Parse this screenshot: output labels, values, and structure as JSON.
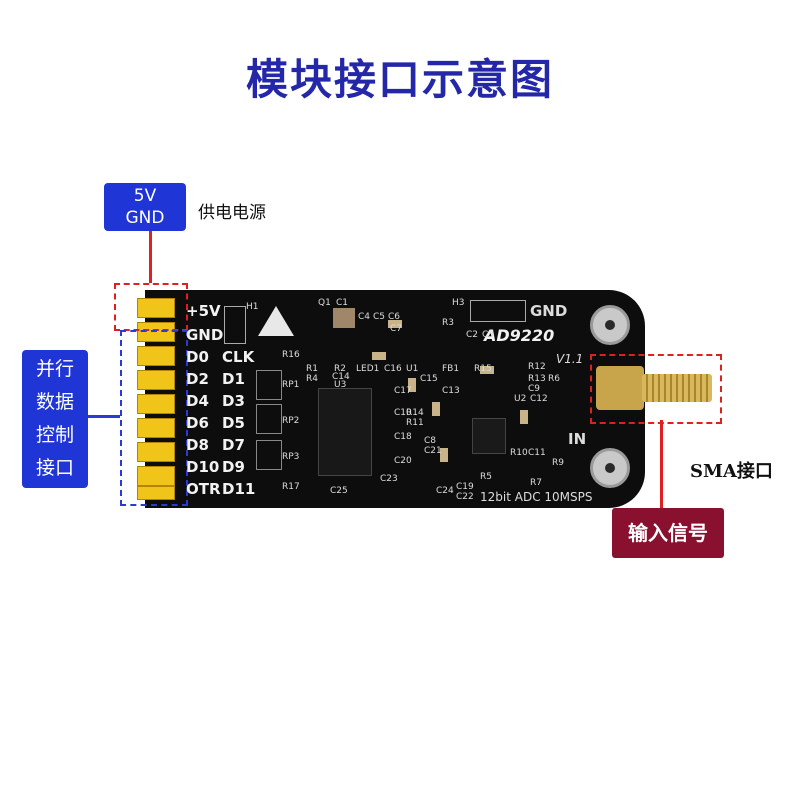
{
  "title": "模块接口示意图",
  "power_box": {
    "line1": "5V",
    "line2": "GND"
  },
  "power_label": "供电电源",
  "parallel_box": {
    "line1": "并行",
    "line2": "数据",
    "line3": "控制",
    "line4": "接口"
  },
  "sma_label": "SMA接口",
  "input_label": "输入信号",
  "pcb": {
    "chip_name": "AD9220",
    "version": "V1.1",
    "spec": "12bit ADC 10MSPS",
    "in_label": "IN",
    "gnd_label": "GND",
    "left_pins": [
      "+5V",
      "GND",
      "D0",
      "D2",
      "D4",
      "D6",
      "D8",
      "D10",
      "OTR"
    ],
    "right_pins": [
      "CLK",
      "D1",
      "D3",
      "D5",
      "D7",
      "D9",
      "D11"
    ],
    "silk": {
      "h1": "H1",
      "h3": "H3",
      "q1": "Q1",
      "c1": "C1",
      "r1": "R1",
      "r2": "R2",
      "r4": "R4",
      "c14": "C14",
      "u3": "U3",
      "led1": "LED1",
      "c16": "C16",
      "u1": "U1",
      "c4": "C4",
      "c5": "C5",
      "c6": "C6",
      "c7": "C7",
      "r3": "R3",
      "c2": "C2",
      "c3": "C3",
      "r12": "R12",
      "r13": "R13",
      "r15": "R15",
      "r16": "R16",
      "r17": "R17",
      "rp1": "RP1",
      "rp2": "RP2",
      "rp3": "RP3",
      "fb1": "FB1",
      "c15": "C15",
      "c13": "C13",
      "u2": "U2",
      "c9": "C9",
      "r6": "R6",
      "c12": "C12",
      "r10": "R10",
      "c11": "C11",
      "r9": "R9",
      "r5": "R5",
      "r7": "R7",
      "r14": "R14",
      "r11": "R11",
      "c25": "C25",
      "c23": "C23",
      "c24": "C24",
      "c19": "C19",
      "c22": "C22",
      "c20": "C20",
      "c18": "C18",
      "c17": "C17",
      "c10": "C10",
      "c8": "C8",
      "c21": "C21"
    }
  },
  "colors": {
    "title": "#2327a8",
    "blue_box": "#1f35d6",
    "red_box": "#8a1030",
    "dash_red": "#e02020",
    "dash_blue": "#2b3ad6",
    "pin": "#f0c419"
  }
}
